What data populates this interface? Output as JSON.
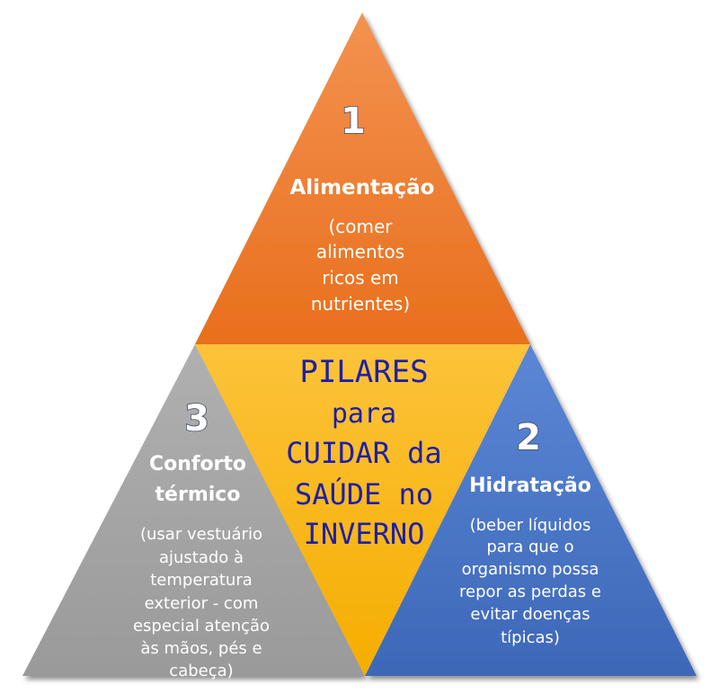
{
  "center": {
    "lines": [
      "PILARES",
      "para",
      "CUIDAR da",
      "SAÚDE no",
      "INVERNO"
    ]
  },
  "pillars": [
    {
      "number": "1",
      "title": "Alimentação",
      "description_lines": [
        "(comer",
        "alimentos",
        "ricos em",
        "nutrientes)"
      ],
      "color": "#ee7b30"
    },
    {
      "number": "2",
      "title": "Hidratação",
      "description_lines": [
        "(beber líquidos",
        "para que o",
        "organismo possa",
        "repor as perdas e",
        "evitar doenças",
        "típicas)"
      ],
      "color": "#4472c4"
    },
    {
      "number": "3",
      "title_lines": [
        "Conforto",
        "térmico"
      ],
      "description_lines": [
        "(usar vestuário",
        "ajustado à",
        "temperatura",
        "exterior - com",
        "especial atenção",
        "às mãos, pés e",
        "cabeça)"
      ],
      "color": "#a5a5a5"
    }
  ],
  "colors": {
    "center_fill": "#ffc000",
    "center_text": "#1f1fa8"
  }
}
